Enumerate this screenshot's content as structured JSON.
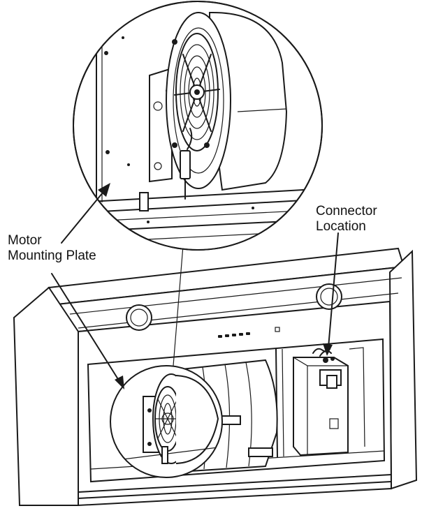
{
  "labels": {
    "motor_plate_line1": "Motor",
    "motor_plate_line2": "Mounting Plate",
    "connector_line1": "Connector",
    "connector_line2": "Location"
  }
}
